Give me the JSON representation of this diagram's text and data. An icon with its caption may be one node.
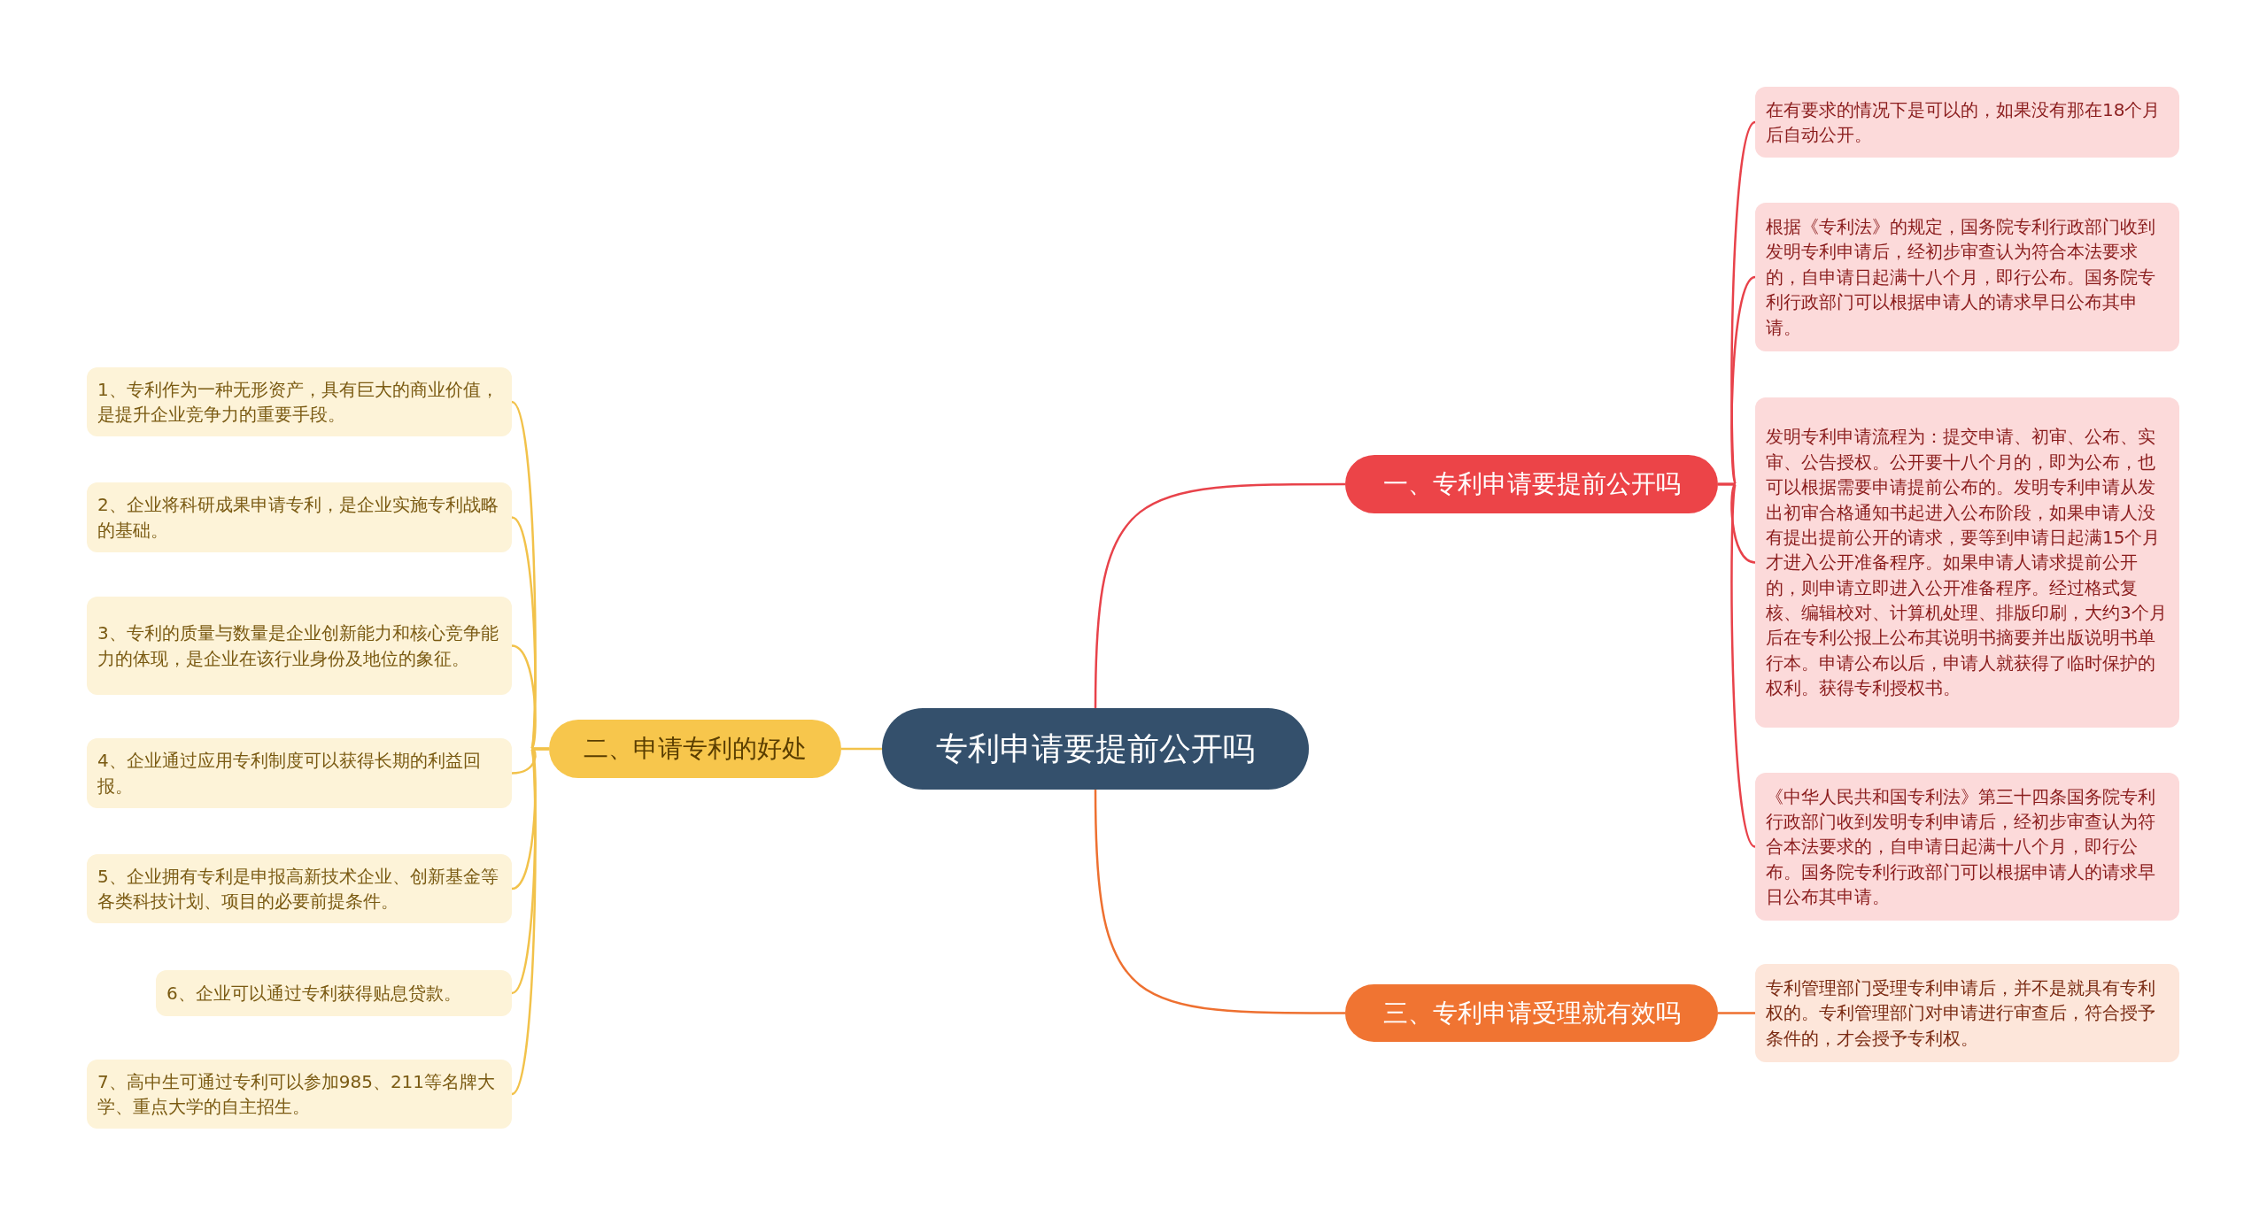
{
  "diagram": {
    "nodes": [
      {
        "text": [
          "专利申请要提前公开吗"
        ]
      },
      {
        "text": [
          "一、专利申请要提前公开吗"
        ]
      },
      {
        "text": [
          "在有要求的情况下是可以的，如果没有那在18个月后自动公开。"
        ]
      },
      {
        "text": [
          "根据《专利法》的规定，国务院专利行政部门收到发明专利申请后，经初步审查认为符合本法要求的，自申请日起满十八个月，即行公布。国务院专利行政部门可以根据申请人的请求早日公布其申请。"
        ]
      },
      {
        "text": [
          "发明专利申请流程为：提交申请、初审、公布、实审、公告授权。公开要十八个月的，即为公布，也可以根据需要申请提前公布的。发明专利申请从发出初审合格通知书起进入公布阶段，如果申请人没有提出提前公开的请求，要等到申请日起满15个月才进入公开准备程序。如果申请人请求提前公开的，则申请立即进入公开准备程序。经过格式复核、编辑校对、计算机处理、排版印刷，大约3个月后在专利公报上公布其说明书摘要并出版说明书单行本。申请公布以后，申请人就获得了临时保护的权利。获得专利授权书。"
        ]
      },
      {
        "text": [
          "《中华人民共和国专利法》第三十四条国务院专利行政部门收到发明专利申请后，经初步审查认为符合本法要求的，自申请日起满十八个月，即行公布。国务院专利行政部门可以根据申请人的请求早日公布其申请。"
        ]
      },
      {
        "text": [
          "三、专利申请受理就有效吗"
        ]
      },
      {
        "text": [
          "专利管理部门受理专利申请后，并不是就具有专利权的。专利管理部门对申请进行审查后，符合授予条件的，才会授予专利权。"
        ]
      },
      {
        "text": [
          "二、申请专利的好处"
        ]
      },
      {
        "text": [
          "1、专利作为一种无形资产，具有巨大的商业价值，是提升企业竞争力的重要手段。"
        ]
      },
      {
        "text": [
          "2、企业将科研成果申请专利，是企业实施专利战略的基础。"
        ]
      },
      {
        "text": [
          "3、专利的质量与数量是企业创新能力和核心竞争能力的体现，是企业在该行业身份及地位的象征。"
        ]
      },
      {
        "text": [
          "4、企业通过应用专利制度可以获得长期的利益回报。"
        ]
      },
      {
        "text": [
          "5、企业拥有专利是申报高新技术企业、创新基金等各类科技计划、项目的必要前提条件。"
        ]
      },
      {
        "text": [
          "6、企业可以通过专利获得贴息贷款。"
        ]
      },
      {
        "text": [
          "7、高中生可通过专利可以参加985、211等名牌大学、重点大学的自主招生。"
        ]
      }
    ],
    "edges": [
      {
        "from": 0,
        "to": 1,
        "arrow": "none",
        "color": "#e8424a"
      },
      {
        "from": 1,
        "to": 2,
        "arrow": "none",
        "color": "#e8424a"
      },
      {
        "from": 1,
        "to": 3,
        "arrow": "none",
        "color": "#e8424a"
      },
      {
        "from": 1,
        "to": 4,
        "arrow": "none",
        "color": "#e8424a"
      },
      {
        "from": 1,
        "to": 5,
        "arrow": "none",
        "color": "#e8424a"
      },
      {
        "from": 0,
        "to": 6,
        "arrow": "none",
        "color": "#ee7030"
      },
      {
        "from": 6,
        "to": 7,
        "arrow": "none",
        "color": "#ee7030"
      },
      {
        "from": 0,
        "to": 8,
        "arrow": "none"
      },
      {
        "from": 8,
        "to": 9,
        "arrow": "none"
      },
      {
        "from": 8,
        "to": 10,
        "arrow": "none"
      },
      {
        "from": 8,
        "to": 11,
        "arrow": "none"
      },
      {
        "from": 8,
        "to": 12,
        "arrow": "none"
      },
      {
        "from": 8,
        "to": 13,
        "arrow": "none"
      },
      {
        "from": 8,
        "to": 14,
        "arrow": "none"
      },
      {
        "from": 8,
        "to": 15,
        "arrow": "none"
      }
    ]
  }
}
